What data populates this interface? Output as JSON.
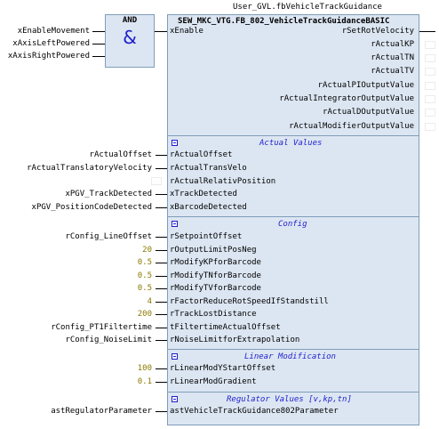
{
  "instance_name": "User_GVL.fbVehicleTrackGuidance",
  "and_block": {
    "title": "AND",
    "symbol": "&",
    "inputs": [
      "xEnableMovement",
      "xAxisLeftPowered",
      "xAxisRightPowered"
    ]
  },
  "fb": {
    "type_name": "SEW_MKC_VTG.FB_802_VehicleTrackGuidanceBASIC",
    "enable_pin": "xEnable",
    "outputs": [
      "rSetRotVelocity",
      "rActualKP",
      "rActualTN",
      "rActualTV",
      "rActualPIOutputValue",
      "rActualIntegratorOutputValue",
      "rActualDOutputValue",
      "rActualModifierOutputValue"
    ]
  },
  "sections": [
    {
      "title": "Actual Values",
      "rows": [
        {
          "source": "rActualOffset",
          "pin": "rActualOffset"
        },
        {
          "source": "rActualTranslatoryVelocity",
          "pin": "rActualTransVelo"
        },
        {
          "source": "",
          "pin": "rActualRelativPosition"
        },
        {
          "source": "xPGV_TrackDetected",
          "pin": "xTrackDetected"
        },
        {
          "source": "xPGV_PositionCodeDetected",
          "pin": "xBarcodeDetected"
        }
      ]
    },
    {
      "title": "Config",
      "rows": [
        {
          "source": "rConfig_LineOffset",
          "pin": "rSetpointOffset"
        },
        {
          "source": "20",
          "pin": "rOutputLimitPosNeg"
        },
        {
          "source": "0.5",
          "pin": "rModifyKPforBarcode"
        },
        {
          "source": "0.5",
          "pin": "rModifyTNforBarcode"
        },
        {
          "source": "0.5",
          "pin": "rModifyTVforBarcode"
        },
        {
          "source": "4",
          "pin": "rFactorReduceRotSpeedIfStandstill"
        },
        {
          "source": "200",
          "pin": "rTrackLostDistance"
        },
        {
          "source": "rConfig_PT1Filtertime",
          "pin": "tFiltertimeActualOffset"
        },
        {
          "source": "rConfig_NoiseLimit",
          "pin": "rNoiseLimitforExtrapolation"
        }
      ]
    },
    {
      "title": "Linear Modification",
      "rows": [
        {
          "source": "100",
          "pin": "rLinearModYStartOffset"
        },
        {
          "source": "0.1",
          "pin": "rLinearModGradient"
        }
      ]
    },
    {
      "title": "Regulator Values [v,kp,tn]",
      "rows": [
        {
          "source": "astRegulatorParameter",
          "pin": "astVehicleTrackGuidance802Parameter"
        }
      ]
    }
  ]
}
